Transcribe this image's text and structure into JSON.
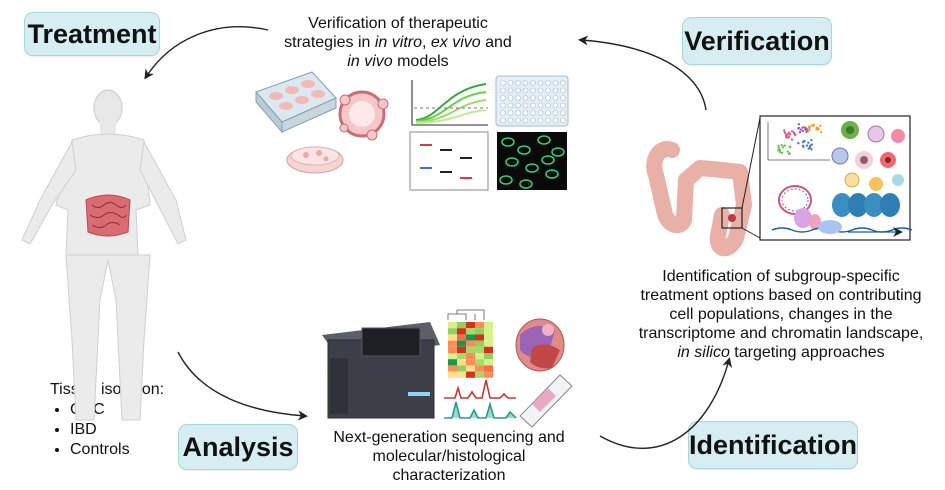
{
  "stages": {
    "treatment": "Treatment",
    "verification": "Verification",
    "analysis": "Analysis",
    "identification": "Identification"
  },
  "verification_text": {
    "line1": "Verification of therapeutic",
    "line2_a": "strategies in ",
    "line2_b": "in vitro",
    "line2_c": ", ",
    "line2_d": "ex vivo",
    "line2_e": " and",
    "line3_a": "in vivo",
    "line3_b": " models"
  },
  "tissue": {
    "heading": "Tissue isolation:",
    "items": [
      "CRC",
      "IBD",
      "Controls"
    ]
  },
  "analysis_text": {
    "line1": "Next-generation sequencing and",
    "line2": "molecular/histological",
    "line3": "characterization"
  },
  "identification_text": {
    "line1": "Identification of subgroup-specific",
    "line2": "treatment options based on contributing",
    "line3": "cell populations, changes in the",
    "line4": "transcriptome and chromatin landscape,",
    "line5_a": "in silico",
    "line5_b": " targeting approaches"
  },
  "colors": {
    "badge_fill": "#d6eef2",
    "badge_border": "#a9d6de",
    "arrow": "#222222",
    "body": "#e9e9e9",
    "intestine": "#d96b73"
  },
  "icons": [
    "human-body-icon",
    "cell-plate-icon",
    "organoid-icon",
    "petri-dish-icon",
    "growth-curve-icon",
    "well-plate-icon",
    "gel-blot-icon",
    "fluorescence-image-icon",
    "colon-icon",
    "umap-plot-icon",
    "immune-cells-icon",
    "dna-chromatin-icon",
    "sequencer-icon",
    "heatmap-icon",
    "tissue-section-icon",
    "signal-track-icon",
    "slide-icon"
  ]
}
